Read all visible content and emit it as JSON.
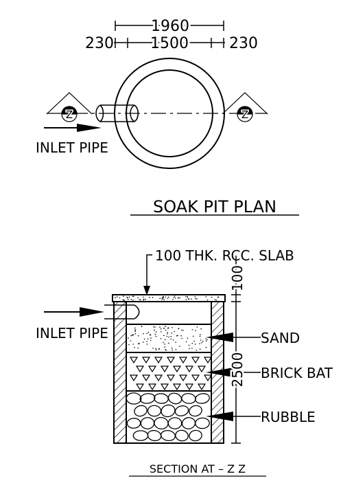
{
  "plan": {
    "overall_dim": "1960",
    "inner_dim": "1500",
    "wall_dim_left": "230",
    "wall_dim_right": "230",
    "section_mark_left": "Z",
    "section_mark_right": "Z",
    "inlet_label": "INLET PIPE",
    "title": "SOAK PIT PLAN"
  },
  "section": {
    "slab_label": "100 THK. RCC. SLAB",
    "slab_dim": "100",
    "depth_dim": "2500",
    "inlet_label": "INLET PIPE",
    "layers": [
      "SAND",
      "BRICK BAT",
      "RUBBLE"
    ],
    "title": "SECTION AT – Z Z"
  },
  "colors": {
    "line": "#000000",
    "background": "#ffffff"
  }
}
